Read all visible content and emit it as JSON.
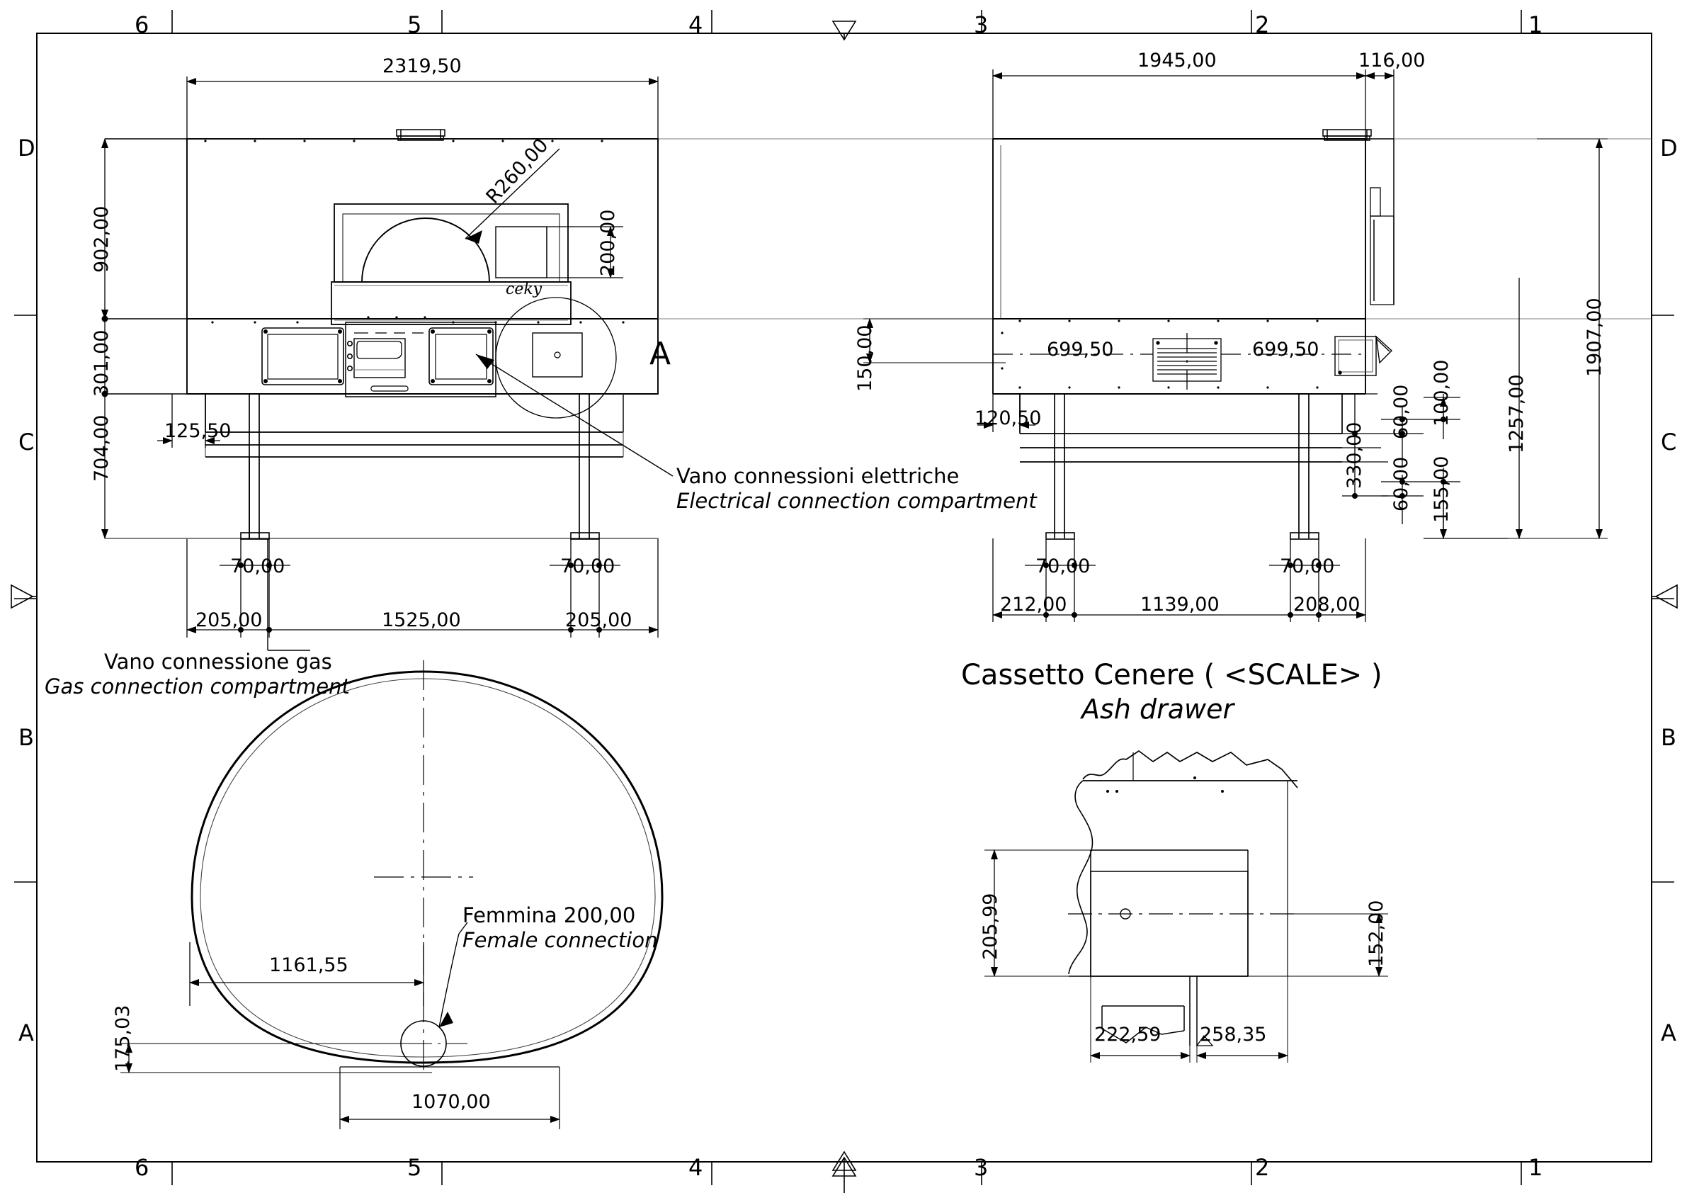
{
  "sheet": {
    "background": "#ffffff",
    "line_color": "#000000",
    "zone_columns": [
      "6",
      "5",
      "4",
      "3",
      "2",
      "1"
    ],
    "zone_rows": [
      "D",
      "C",
      "B",
      "A"
    ]
  },
  "front_view": {
    "brand_logo": "ceky",
    "detail_letter": "A",
    "dimensions": {
      "overall_width": "2319,50",
      "dome_radius": "R260,00",
      "hood_height": "902,00",
      "panel_height": "301,00",
      "leg_height": "704,00",
      "door_height": "200,00",
      "left_offset": "125,50",
      "foot_left_width": "70,00",
      "foot_right_width": "70,00",
      "left_margin": "205,00",
      "center_span": "1525,00",
      "right_margin": "205,00"
    },
    "callouts": [
      {
        "it": "Vano connessioni elettriche",
        "en": "Electrical connection compartment"
      },
      {
        "it": "Vano connessione gas",
        "en": "Gas connection compartment"
      }
    ]
  },
  "side_view": {
    "dimensions": {
      "body_depth": "1945,00",
      "rear_projection": "116,00",
      "half_depth_left": "699,50",
      "half_depth_right": "699,50",
      "flue_height": "150,00",
      "front_offset": "120,50",
      "total_height": "1907,00",
      "body_top_height": "1257,00",
      "shelf_drop": "330,00",
      "rail_gap_upper": "60,00",
      "rail_pitch_upper": "100,00",
      "rail_gap_lower": "60,00",
      "rail_pitch_lower": "155,00",
      "foot_left_width": "70,00",
      "foot_right_width": "70,00",
      "left_margin": "212,00",
      "center_span": "1139,00",
      "right_margin": "208,00"
    }
  },
  "plan_view": {
    "dimensions": {
      "center_to_connection": "1161,55",
      "connection_height": "175,03",
      "base_width": "1070,00"
    },
    "callouts": [
      {
        "it": "Femmina 200,00",
        "en": "Female connection"
      }
    ]
  },
  "ash_drawer": {
    "title_it": "Cassetto Cenere ( <SCALE> )",
    "title_en": "Ash drawer",
    "dimensions": {
      "height": "205,99",
      "right_height": "152,00",
      "width_left": "222,59",
      "width_right": "258,35"
    }
  }
}
